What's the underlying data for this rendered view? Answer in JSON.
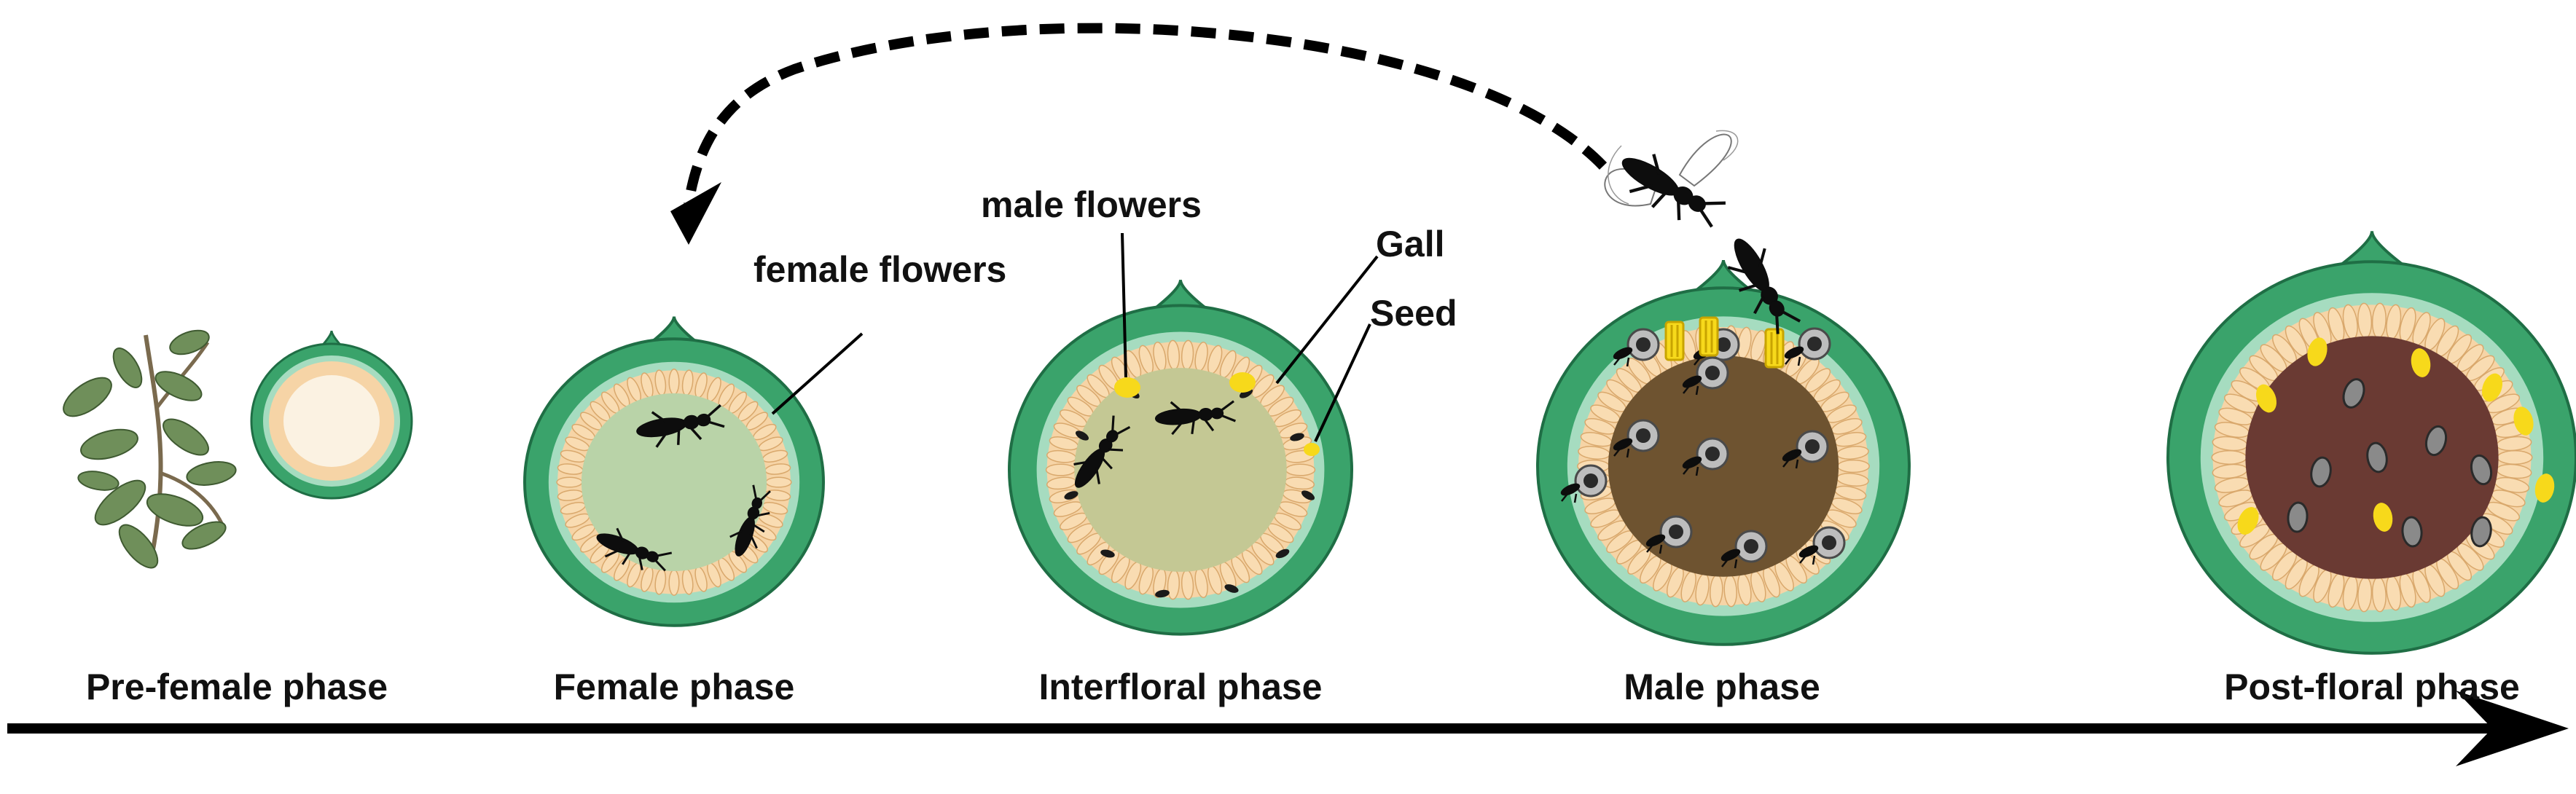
{
  "labels": {
    "male_flowers": "male flowers",
    "female_flowers": "female flowers",
    "gall": "Gall",
    "seed": "Seed"
  },
  "phases": [
    {
      "label": "Pre-female phase"
    },
    {
      "label": "Female phase"
    },
    {
      "label": "Interfloral phase"
    },
    {
      "label": "Male phase"
    },
    {
      "label": "Post-floral phase"
    }
  ],
  "colors": {
    "wall": "#3aa36b",
    "wall_outline": "#1f6e45",
    "inner_ring": "#a6dcc0",
    "flower": "#f6d4a6",
    "cavity_pre_female": "#fbf2e2",
    "cavity_female": "#b9d3a8",
    "cavity_interfloral": "#c4c894",
    "cavity_male": "#6e5330",
    "cavity_post_floral": "#6a3a33",
    "pollen": "#f7d91b",
    "seed": "#1a1a1a",
    "gall": "#8a8a8a",
    "wasp": "#0d0d0d",
    "axis": "#000000"
  },
  "icons": [
    "fig-branch-icon",
    "fig-wasp-icon",
    "winged-wasp-icon",
    "dashed-cycle-arrow-icon",
    "timeline-arrow-icon"
  ]
}
